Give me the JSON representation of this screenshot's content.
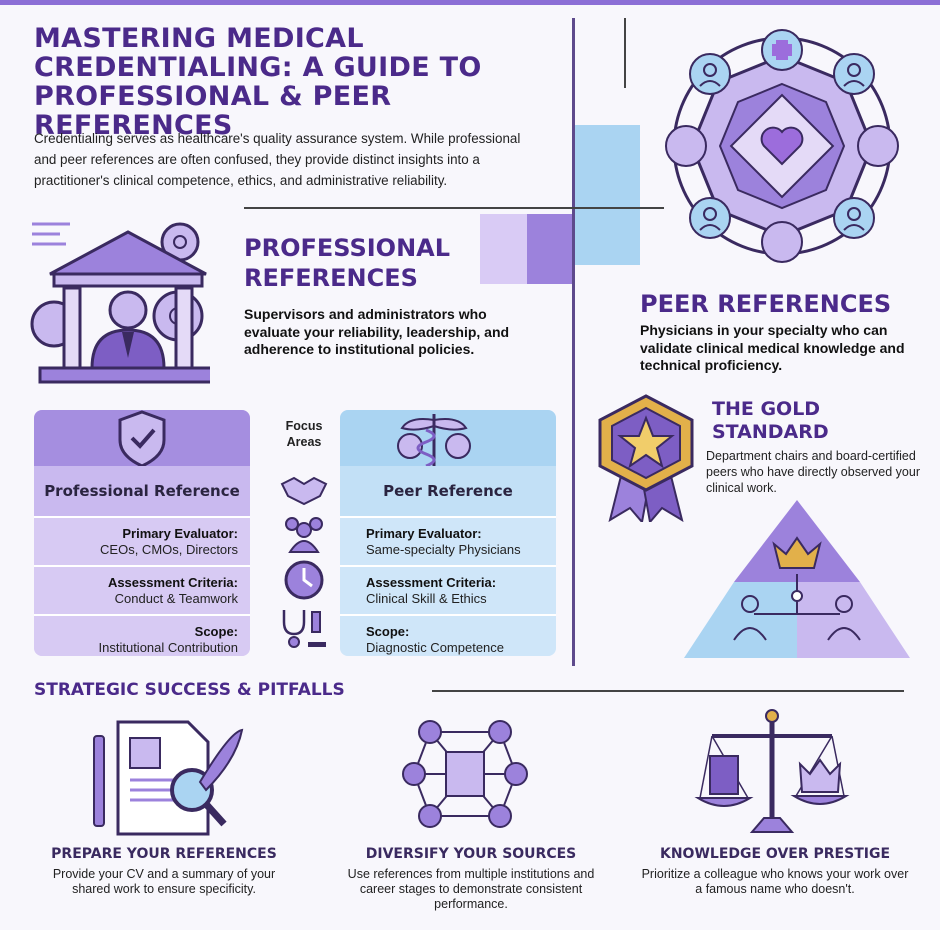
{
  "title": "MASTERING MEDICAL CREDENTIALING: A GUIDE TO PROFESSIONAL & PEER REFERENCES",
  "intro": "Credentialing serves as healthcare's quality assurance system. While professional and peer references are often confused, they provide distinct insights into a practitioner's clinical competence, ethics, and administrative reliability.",
  "professional": {
    "heading": "PROFESSIONAL REFERENCES",
    "text": "Supervisors and administrators who evaluate your reliability, leadership, and adherence to institutional policies."
  },
  "peer": {
    "heading": "PEER REFERENCES",
    "text": "Physicians in your specialty who can validate clinical medical knowledge and technical proficiency."
  },
  "gold": {
    "heading": "THE GOLD STANDARD",
    "text": "Department chairs and board-certified peers who have directly observed your clinical work."
  },
  "comparison": {
    "focus_label": "Focus Areas",
    "professional_name": "Professional Reference",
    "peer_name": "Peer Reference",
    "professional_rows": [
      {
        "key": "Primary Evaluator:",
        "value": "CEOs, CMOs, Directors"
      },
      {
        "key": "Assessment Criteria:",
        "value": "Conduct & Teamwork"
      },
      {
        "key": "Scope:",
        "value": "Institutional Contribution"
      }
    ],
    "peer_rows": [
      {
        "key": "Primary Evaluator:",
        "value": "Same-specialty Physicians"
      },
      {
        "key": "Assessment Criteria:",
        "value": "Clinical Skill & Ethics"
      },
      {
        "key": "Scope:",
        "value": "Diagnostic Competence"
      }
    ]
  },
  "strategic": {
    "heading": "STRATEGIC SUCCESS & PITFALLS",
    "items": [
      {
        "heading": "PREPARE YOUR REFERENCES",
        "text": "Provide your CV and a summary of your shared work to ensure specificity."
      },
      {
        "heading": "DIVERSIFY YOUR SOURCES",
        "text": "Use references from multiple institutions and career stages to demonstrate consistent performance."
      },
      {
        "heading": "KNOWLEDGE OVER PRESTIGE",
        "text": "Prioritize a colleague who knows your work over a famous name who doesn't."
      }
    ]
  },
  "icons": [
    "medical-network-icon",
    "institution-icon",
    "gear-icon",
    "shield-check-icon",
    "caduceus-icon",
    "handshake-icon",
    "group-icon",
    "clock-icon",
    "stethoscope-icon",
    "microscope-icon",
    "award-badge-icon",
    "pyramid-icon",
    "document-pen-icon",
    "network-icon",
    "scale-icon"
  ],
  "colors": {
    "primary": "#4b2a8a",
    "lavender": "#c9b9ef",
    "blue": "#aad4f2",
    "gold": "#e2b04a"
  }
}
